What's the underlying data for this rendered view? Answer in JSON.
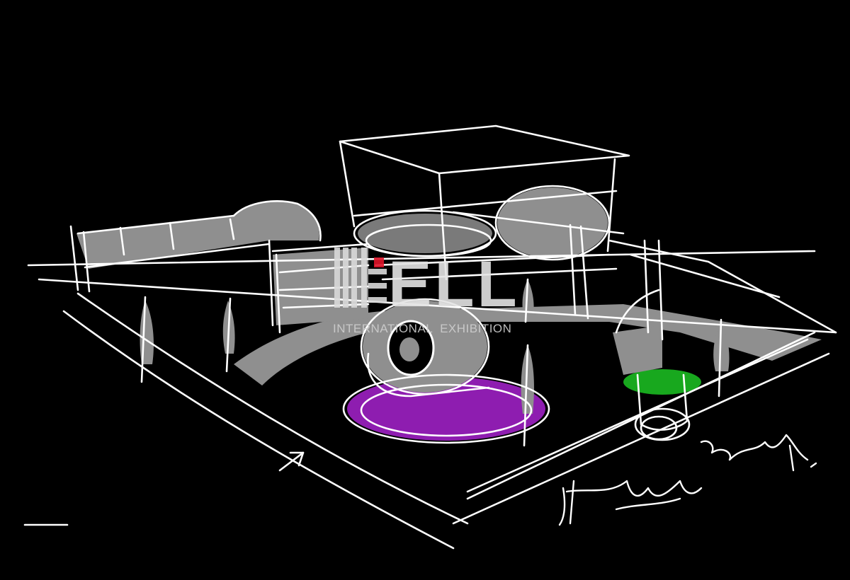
{
  "watermark": {
    "logo_text": "ELL",
    "subtitle": "INTERNATIONAL  EXHIBITION"
  },
  "signature": {
    "date_scribble": "2022年4月",
    "name_scribble": "signature"
  },
  "colors": {
    "background": "#000000",
    "stroke": "#ffffff",
    "fill_gray": "#8f8f8f",
    "fill_purple": "#8e1db0",
    "fill_green": "#18a81e",
    "logo_red": "#e0142a"
  }
}
